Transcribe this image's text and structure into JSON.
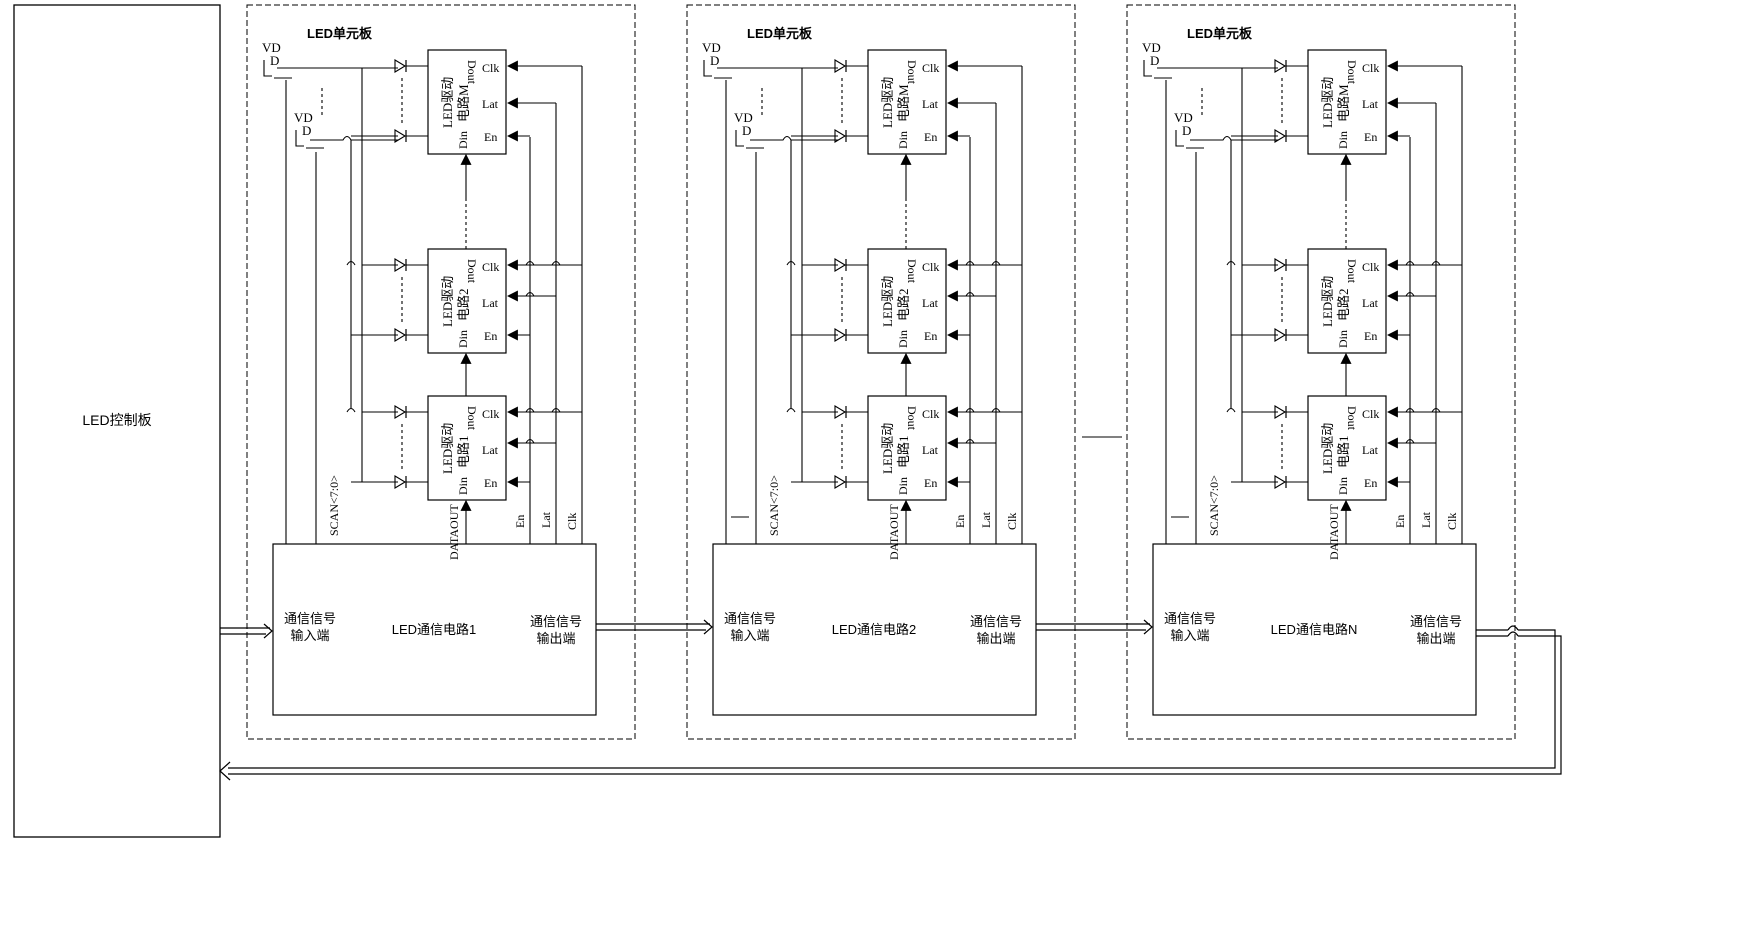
{
  "control_board": {
    "label": "LED控制板"
  },
  "unit_boards": [
    {
      "title": "LED单元板",
      "vd_top": [
        "VD",
        "D"
      ],
      "vd_mid": [
        "VD",
        "D"
      ],
      "comm_circuit": {
        "label": "LED通信电路1",
        "input_label": [
          "通信信号",
          "输入端"
        ],
        "output_label": [
          "通信信号",
          "输出端"
        ]
      },
      "drivers": [
        {
          "name": [
            "LED驱动",
            "电路M"
          ]
        },
        {
          "name": [
            "LED驱动",
            "电路2"
          ]
        },
        {
          "name": [
            "LED驱动",
            "电路1"
          ]
        }
      ]
    },
    {
      "title": "LED单元板",
      "vd_top": [
        "VD",
        "D"
      ],
      "vd_mid": [
        "VD",
        "D"
      ],
      "comm_circuit": {
        "label": "LED通信电路2",
        "input_label": [
          "通信信号",
          "输入端"
        ],
        "output_label": [
          "通信信号",
          "输出端"
        ]
      },
      "drivers": [
        {
          "name": [
            "LED驱动",
            "电路M"
          ]
        },
        {
          "name": [
            "LED驱动",
            "电路2"
          ]
        },
        {
          "name": [
            "LED驱动",
            "电路1"
          ]
        }
      ]
    },
    {
      "title": "LED单元板",
      "vd_top": [
        "VD",
        "D"
      ],
      "vd_mid": [
        "VD",
        "D"
      ],
      "comm_circuit": {
        "label": "LED通信电路N",
        "input_label": [
          "通信信号",
          "输入端"
        ],
        "output_label": [
          "通信信号",
          "输出端"
        ]
      },
      "drivers": [
        {
          "name": [
            "LED驱动",
            "电路M"
          ]
        },
        {
          "name": [
            "LED驱动",
            "电路2"
          ]
        },
        {
          "name": [
            "LED驱动",
            "电路1"
          ]
        }
      ]
    }
  ],
  "pins": {
    "dout": "Dout",
    "din": "Din",
    "clk": "Clk",
    "lat": "Lat",
    "en": "En"
  },
  "signals": {
    "scan": "SCAN<7:0>",
    "dataout": "DATAOUT",
    "en": "En",
    "lat": "Lat",
    "clk": "Clk"
  },
  "ellipsis_dash": "----"
}
